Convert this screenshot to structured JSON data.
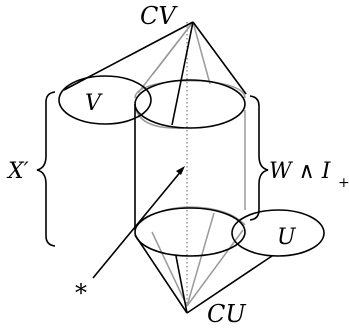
{
  "labels": {
    "top_vertex": "CV",
    "bottom_vertex": "CU",
    "left_space": "V",
    "right_space": "U",
    "left_brace": "X′",
    "right_brace_main": "W ∧ I",
    "right_brace_sub": "+",
    "basepoint": "*"
  }
}
